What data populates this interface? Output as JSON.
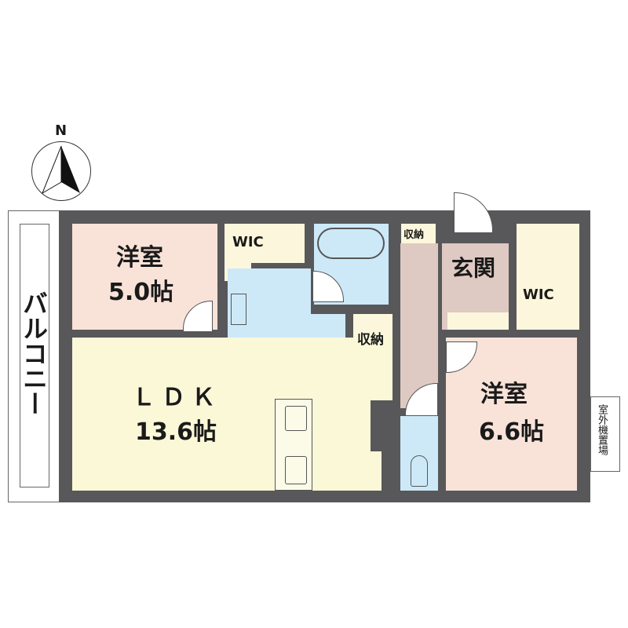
{
  "compass": {
    "label": "N"
  },
  "balcony": {
    "label": "バルコニー"
  },
  "rooms": {
    "western_room_1": {
      "name": "洋室",
      "size": "5.0帖"
    },
    "wic_1": {
      "name": "WIC"
    },
    "ldk": {
      "name": "ＬＤＫ",
      "size": "13.6帖"
    },
    "storage_1": {
      "name": "収納"
    },
    "storage_2": {
      "name": "収納"
    },
    "entrance": {
      "name": "玄関"
    },
    "wic_2": {
      "name": "WIC"
    },
    "western_room_2": {
      "name": "洋室",
      "size": "6.6帖"
    },
    "outdoor_unit": {
      "name": "室外機置場"
    }
  },
  "colors": {
    "wall": "#58585a",
    "western": "#f9e3d9",
    "ldk": "#fbf8d8",
    "wet": "#cde9f8",
    "entrance": "#dfc9c3",
    "storage": "#fcf7dc"
  }
}
